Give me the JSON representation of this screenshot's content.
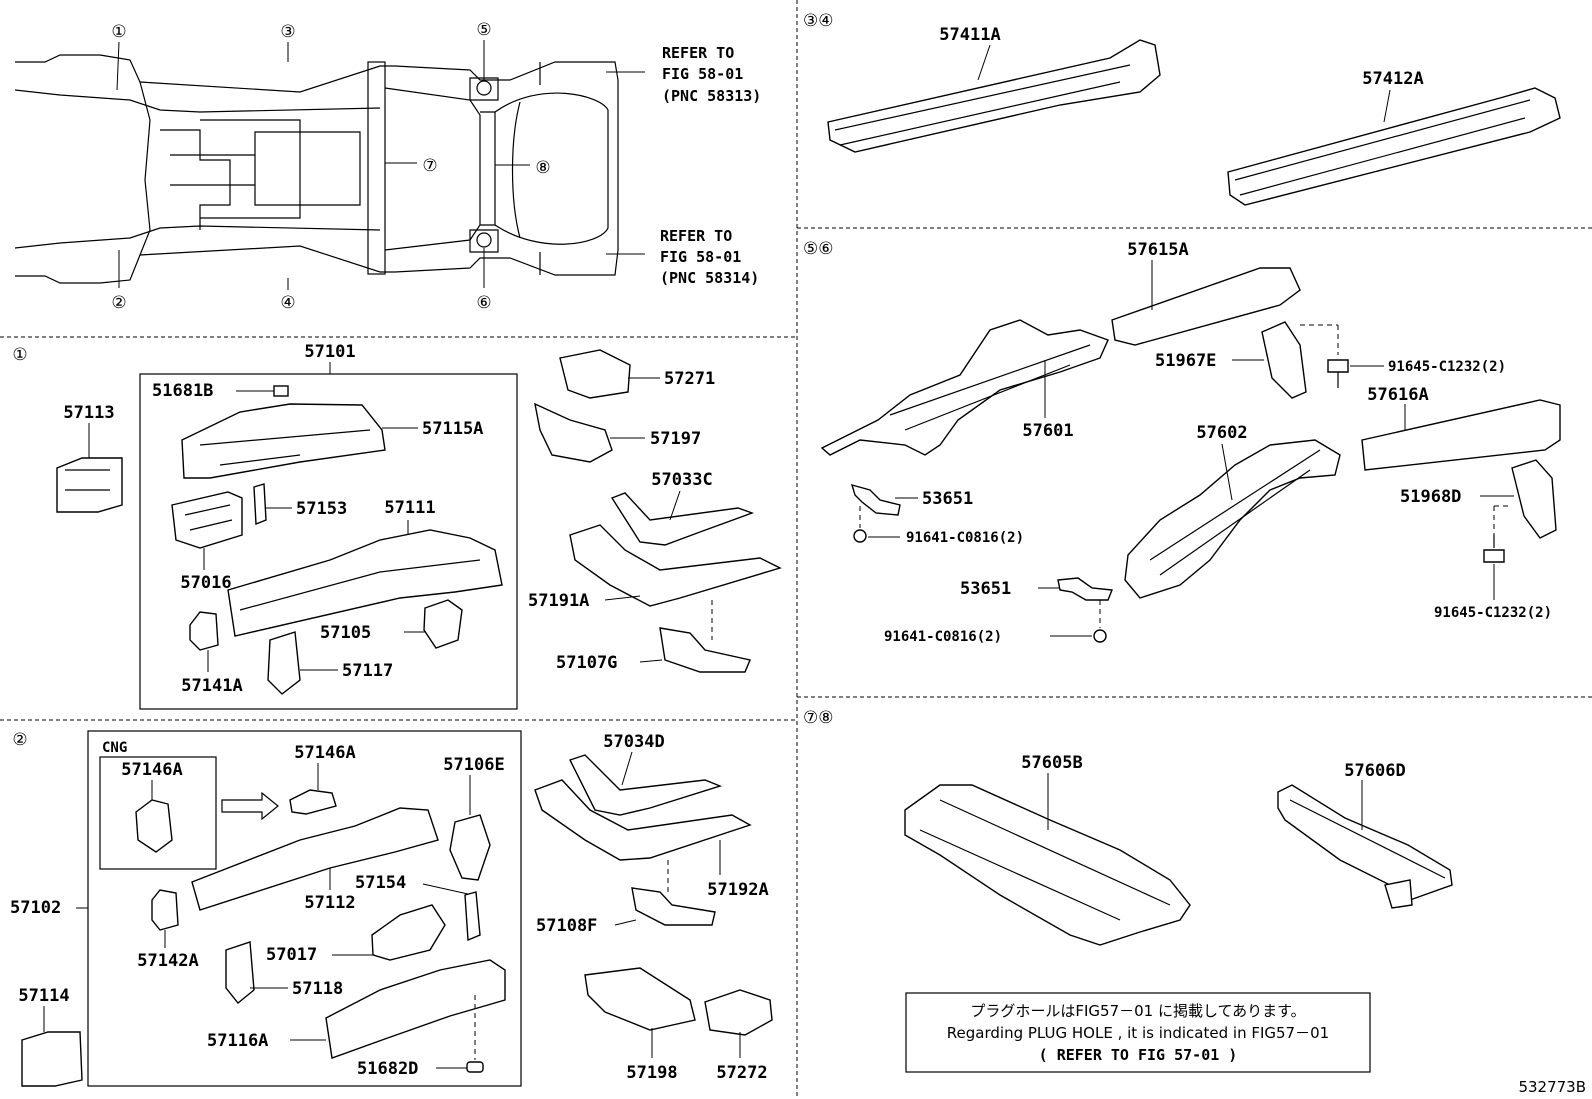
{
  "overview": {
    "callouts": [
      "①",
      "②",
      "③",
      "④",
      "⑤",
      "⑥",
      "⑦",
      "⑧"
    ],
    "refer_top": [
      "REFER TO",
      "FIG 58-01",
      "(PNC 58313)"
    ],
    "refer_bottom": [
      "REFER TO",
      "FIG 58-01",
      "(PNC 58314)"
    ]
  },
  "sections": {
    "s1": "①",
    "s2": "②",
    "s34": "③④",
    "s56": "⑤⑥",
    "s78": "⑦⑧"
  },
  "section1": {
    "group": "57101",
    "parts": [
      "57113",
      "51681B",
      "57115A",
      "57153",
      "57111",
      "57016",
      "57105",
      "57117",
      "57141A",
      "57271",
      "57197",
      "57033C",
      "57191A",
      "57107G"
    ]
  },
  "section2": {
    "group": "57102",
    "cng": "CNG",
    "parts": [
      "57146A",
      "57146A",
      "57106E",
      "57112",
      "57154",
      "57017",
      "57142A",
      "57118",
      "57116A",
      "51682D",
      "57114",
      "57034D",
      "57192A",
      "57108F",
      "57198",
      "57272"
    ]
  },
  "section34": {
    "parts": [
      "57411A",
      "57412A"
    ]
  },
  "section56": {
    "parts": [
      "57615A",
      "51967E",
      "91645-C1232(2)",
      "57616A",
      "57601",
      "57602",
      "53651",
      "91641-C0816(2)",
      "51968D",
      "53651",
      "91645-C1232(2)",
      "91641-C0816(2)"
    ]
  },
  "section78": {
    "parts": [
      "57605B",
      "57606D"
    ]
  },
  "note": {
    "jp": "プラグホールはFIG57－01 に掲載してあります。",
    "en": "Regarding  PLUG HOLE , it is  indicated  in  FIG57－01",
    "ref": "(   REFER TO FIG 57-01 )"
  },
  "figure_id": "532773B"
}
